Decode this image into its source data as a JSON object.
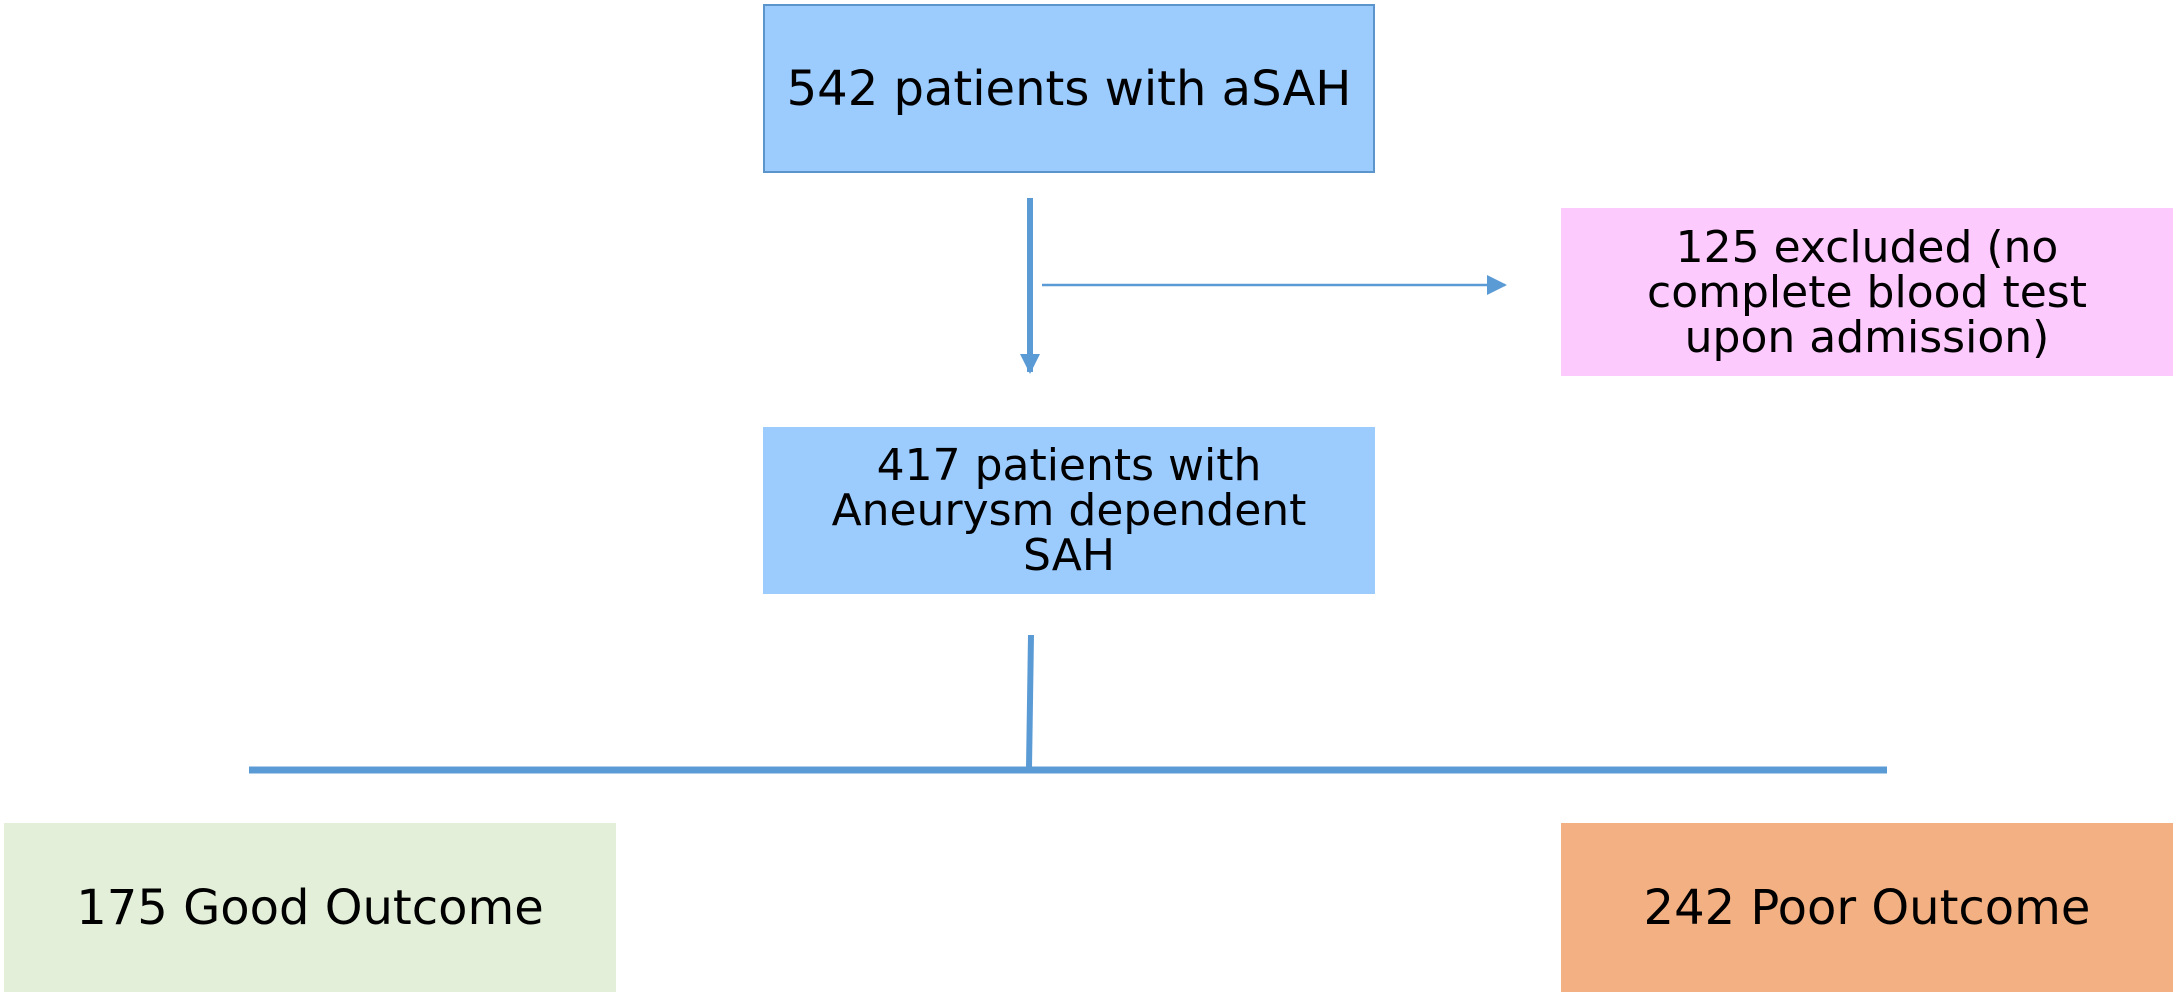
{
  "diagram": {
    "nodes": {
      "total": {
        "label": "542 patients with aSAH"
      },
      "excluded": {
        "label": "125 excluded (no\ncomplete blood test\nupon admission)"
      },
      "included": {
        "label": "417 patients with\nAneurysm dependent\nSAH"
      },
      "good_outcome": {
        "label": "175 Good Outcome"
      },
      "poor_outcome": {
        "label": "242  Poor Outcome"
      }
    },
    "colors": {
      "blue_box": "#9ccbfe",
      "blue_box_border": "#5b95cc",
      "pink_box": "#fccafd",
      "green_box": "#e3efd9",
      "orange_box": "#f3b082",
      "connector": "#5b9bd5"
    },
    "edges": [
      {
        "from": "total",
        "to": "included"
      },
      {
        "from": "total",
        "to": "excluded"
      },
      {
        "from": "included",
        "to": "good_outcome"
      },
      {
        "from": "included",
        "to": "poor_outcome"
      }
    ]
  }
}
